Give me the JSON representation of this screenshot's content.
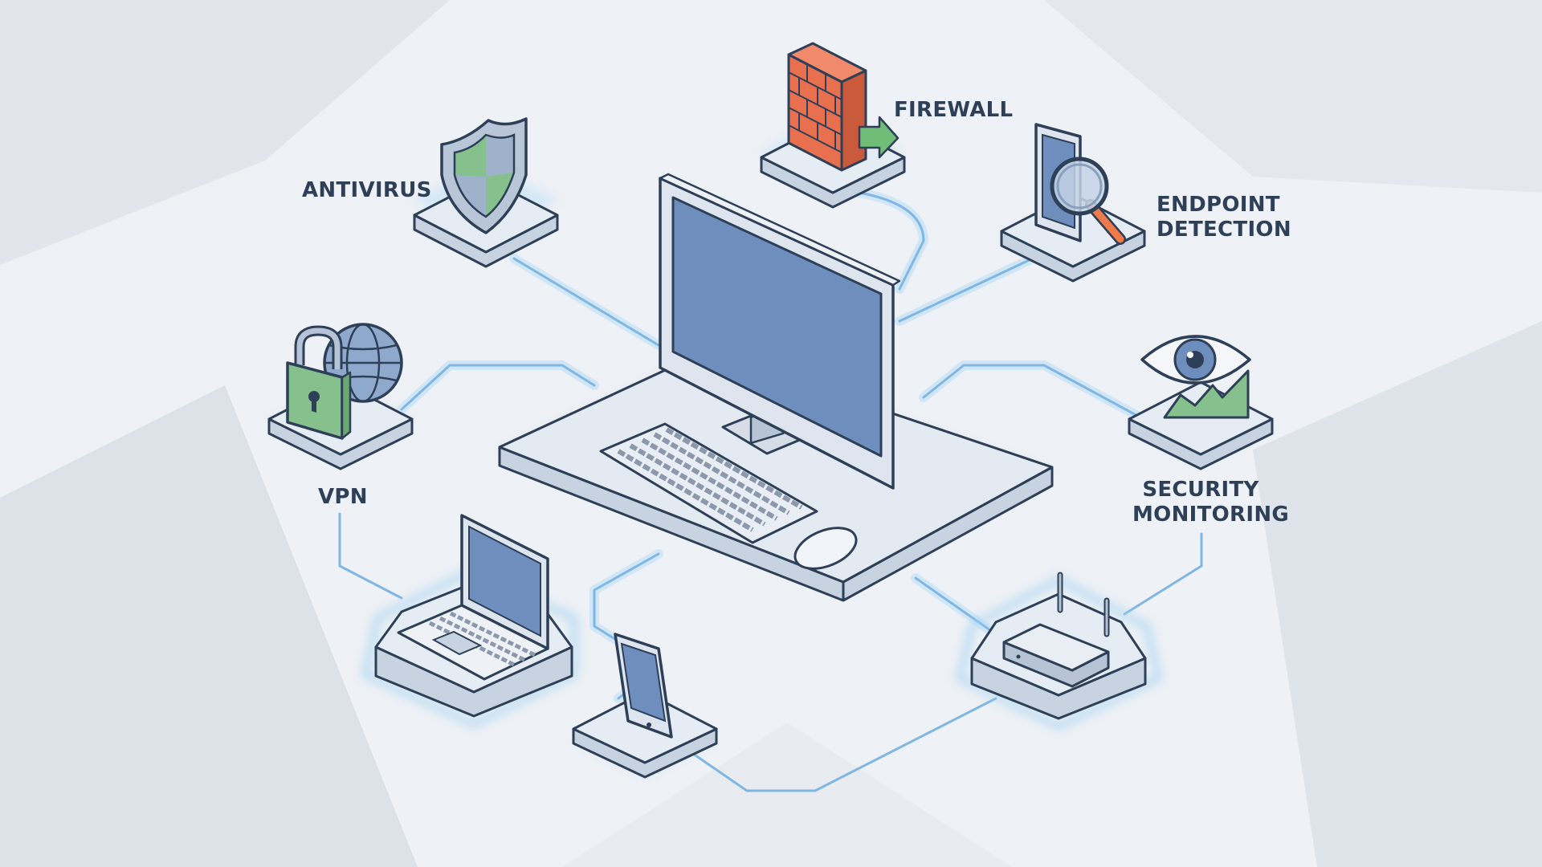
{
  "colors": {
    "background": "#eef1f5",
    "outline": "#2e3f58",
    "platform_fill": "#e6ecf3",
    "glow": "#9fd0f3",
    "connector": "#7fb6e3",
    "screen": "#6e8fbd",
    "shield_green": "#86c08c",
    "brick": "#e9704f",
    "arrow_green": "#6fbd77",
    "magnifier_handle": "#ef7b4b"
  },
  "nodes": [
    {
      "id": "workstation",
      "icon": "desktop-computer-icon"
    },
    {
      "id": "antivirus",
      "icon": "shield-icon",
      "label": [
        "ANTIVIRUS"
      ]
    },
    {
      "id": "firewall",
      "icon": "brick-wall-icon",
      "label": [
        "FIREWALL"
      ]
    },
    {
      "id": "endpoint-detection",
      "icon": "phone-magnifier-icon",
      "label": [
        "ENDPOINT",
        "DETECTION"
      ]
    },
    {
      "id": "vpn",
      "icon": "padlock-globe-icon",
      "label": [
        "VPN"
      ]
    },
    {
      "id": "security-monitoring",
      "icon": "eye-chart-icon",
      "label": [
        "SECURITY",
        "MONITORING"
      ]
    },
    {
      "id": "laptop",
      "icon": "laptop-icon"
    },
    {
      "id": "tablet",
      "icon": "tablet-icon"
    },
    {
      "id": "router",
      "icon": "router-icon"
    }
  ],
  "labels": {
    "antivirus": "ANTIVIRUS",
    "firewall": "FIREWALL",
    "endpoint_1": "ENDPOINT",
    "endpoint_2": "DETECTION",
    "vpn": "VPN",
    "monitoring_1": "SECURITY",
    "monitoring_2": "MONITORING"
  }
}
